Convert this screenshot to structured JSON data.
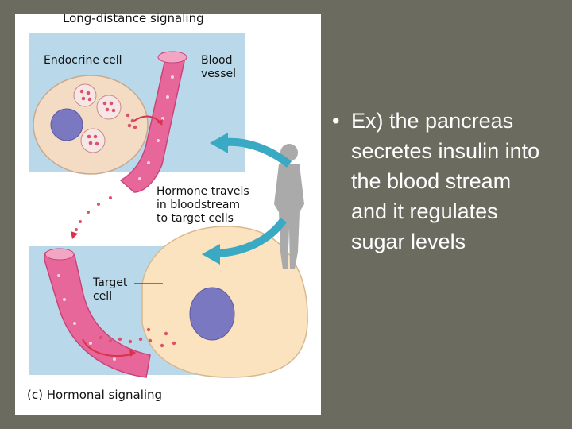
{
  "diagram": {
    "title": "Long-distance signaling",
    "labels": {
      "endocrine_cell": "Endocrine cell",
      "blood_vessel": "Blood\nvessel",
      "hormone_travels": "Hormone travels\nin bloodstream\nto target cells",
      "target_cell": "Target\ncell"
    },
    "caption": "(c) Hormonal signaling"
  },
  "bullet": {
    "marker": "•",
    "text": "Ex) the pancreas secretes insulin into the blood stream and it regulates sugar levels"
  },
  "colors": {
    "slide_background": "#6b6b5f",
    "panel_background": "#ffffff",
    "vessel": "#e8679a",
    "endocrine_cell": "#f4dcc4",
    "target_cell": "#fbe3c0",
    "nucleus": "#7b78c2",
    "arrow_teal": "#3aa9c4",
    "arrow_red": "#d8334a",
    "bullet_text": "#ffffff"
  }
}
